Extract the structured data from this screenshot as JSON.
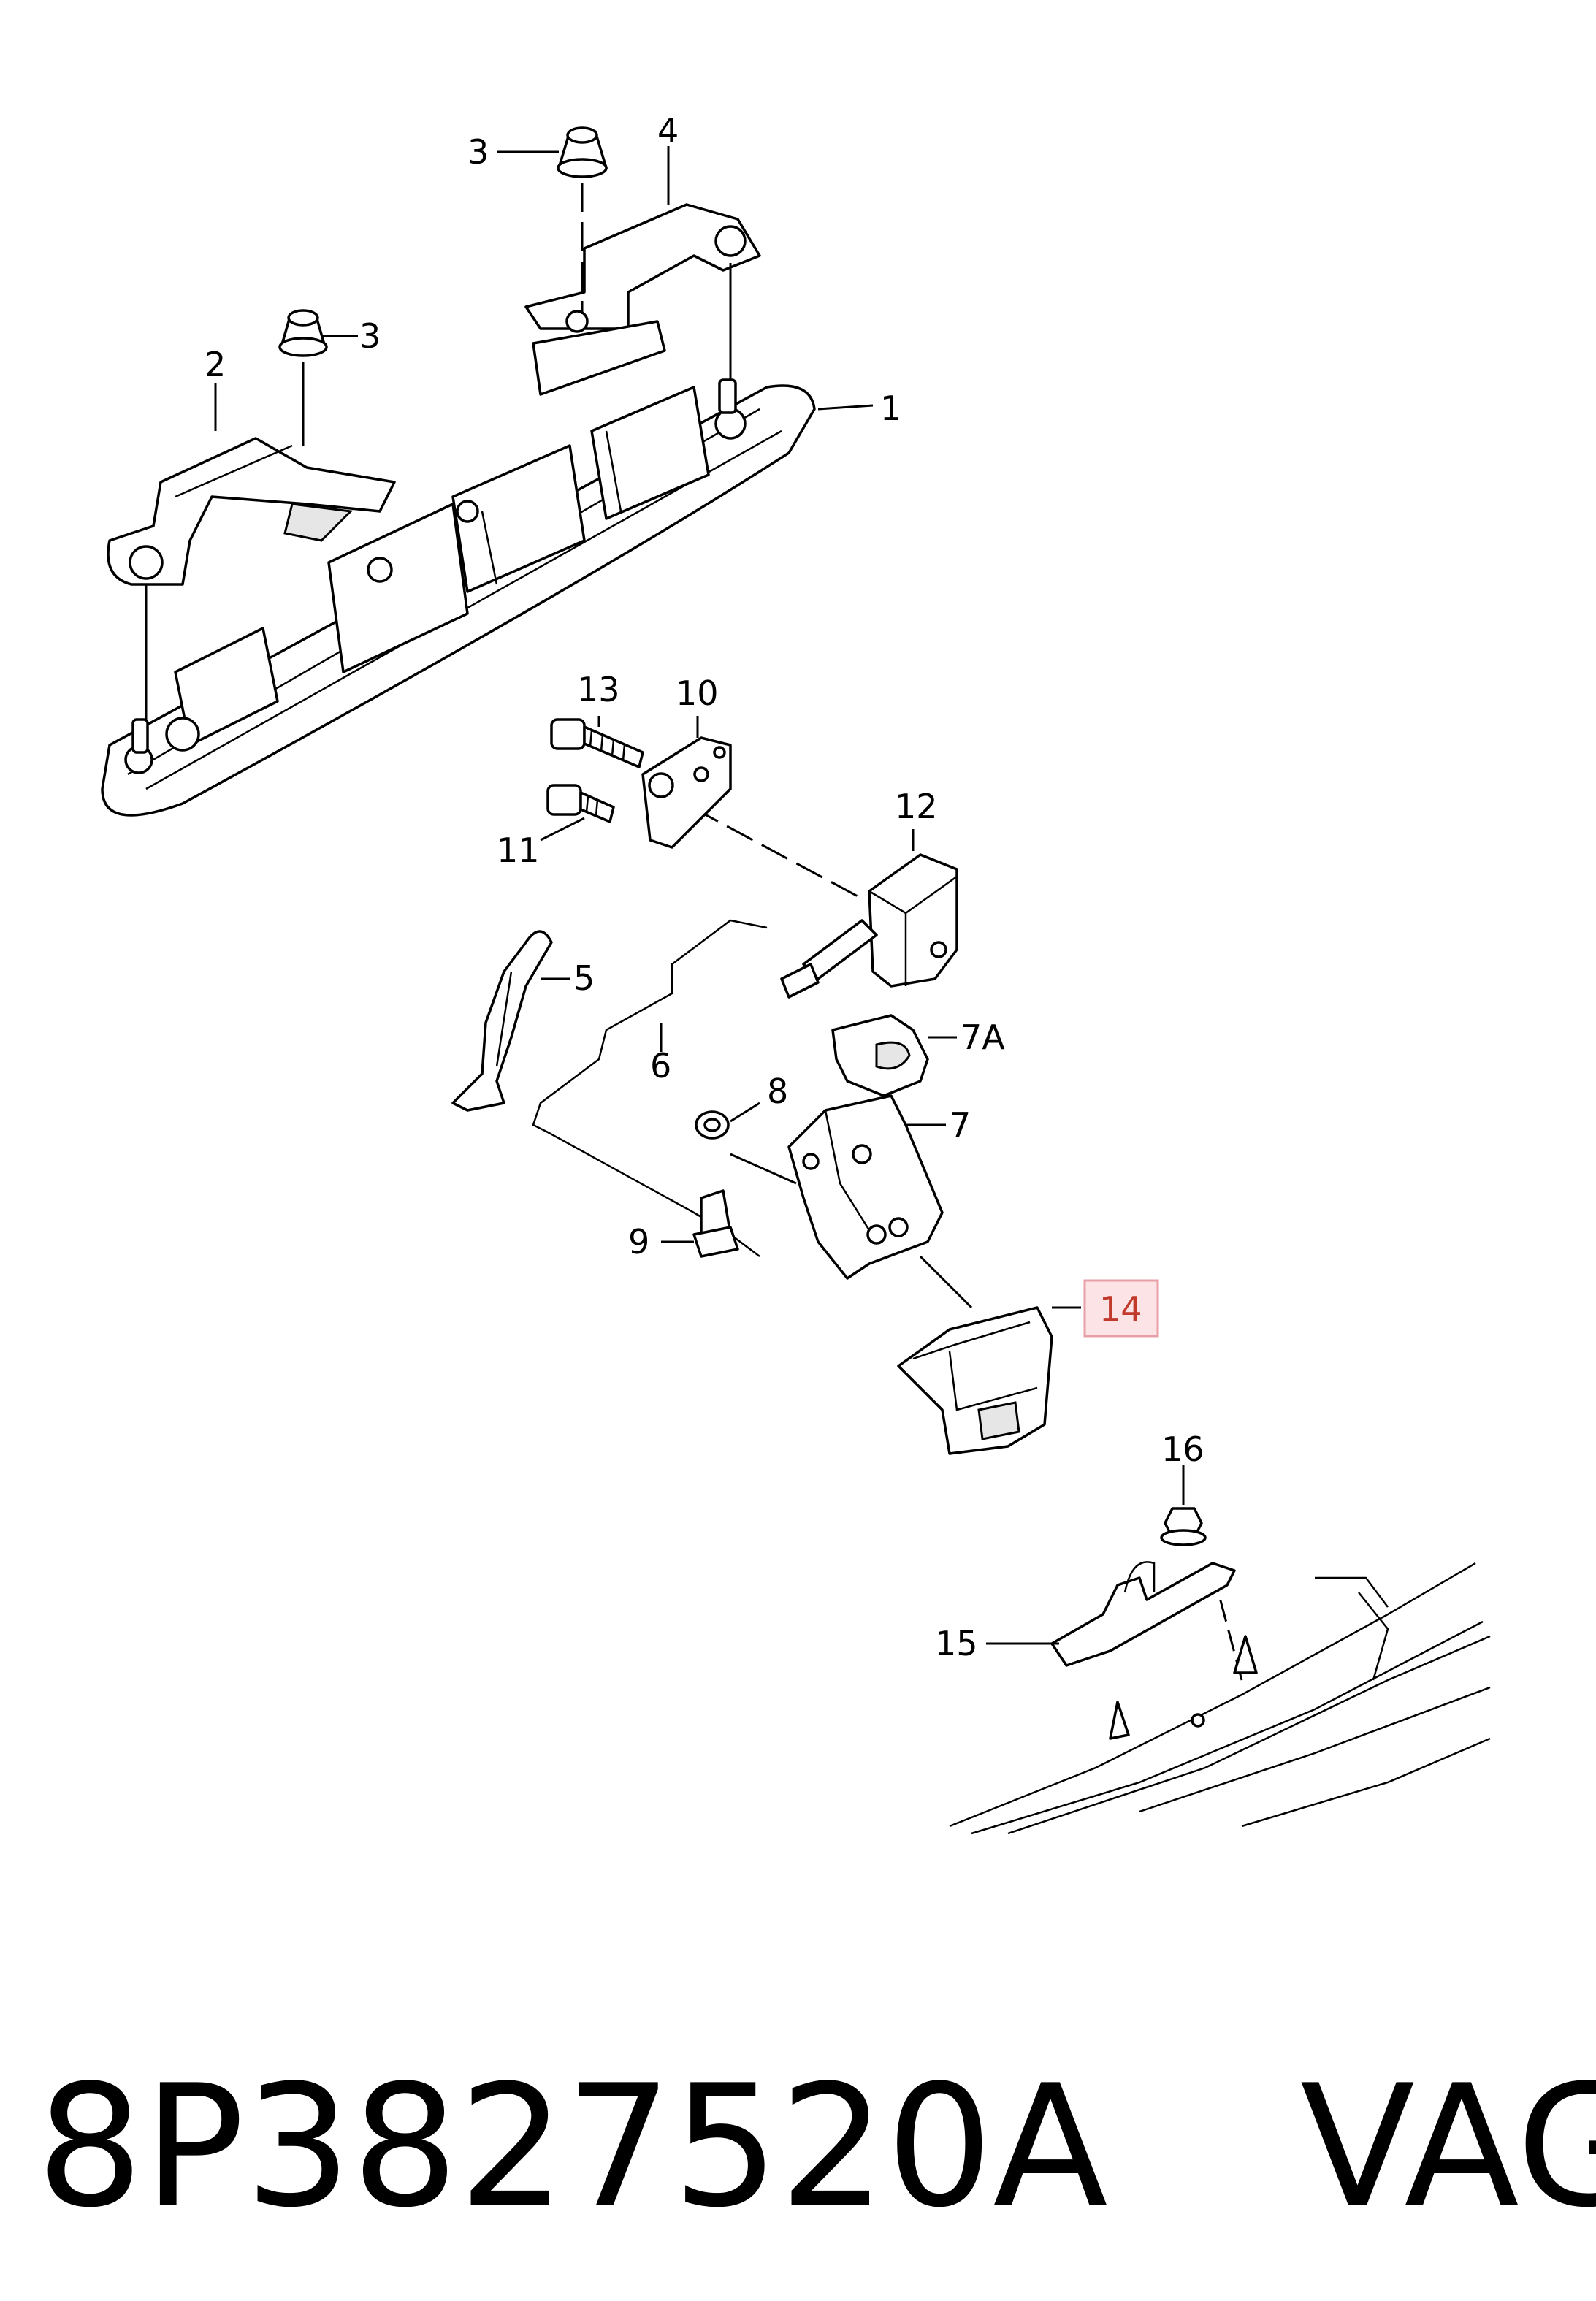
{
  "diagram": {
    "callouts": [
      "1",
      "2",
      "3",
      "3",
      "4",
      "5",
      "6",
      "7",
      "7A",
      "8",
      "9",
      "10",
      "11",
      "12",
      "13",
      "14",
      "15",
      "16"
    ],
    "highlighted_callout": "14",
    "highlight_color": "#e8a0a8"
  },
  "footer": {
    "part_number": "8P3827520A",
    "brand": "VAG"
  }
}
